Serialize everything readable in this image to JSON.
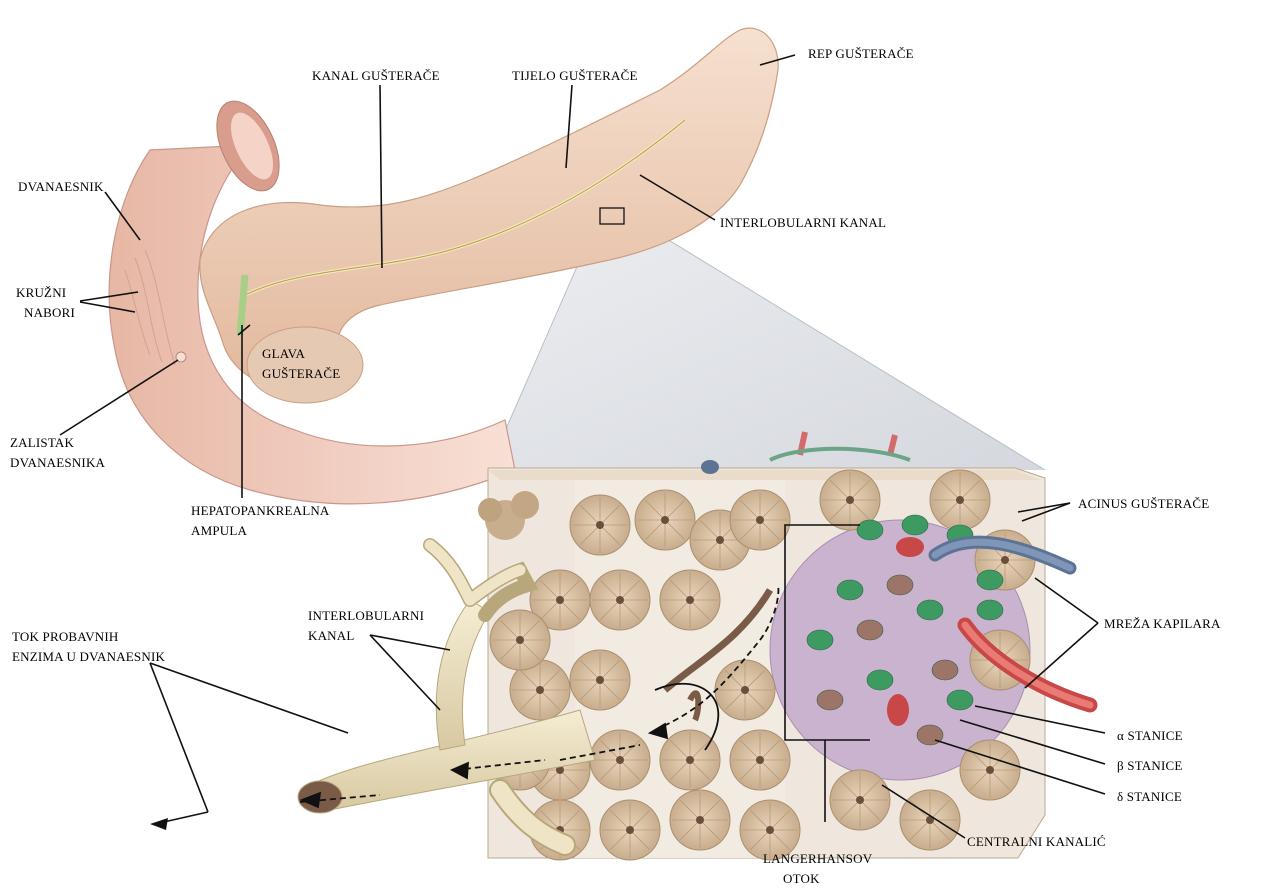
{
  "labels": {
    "rep": "REP GUŠTERAČE",
    "kanal": "KANAL GUŠTERAČE",
    "tijelo": "TIJELO GUŠTERAČE",
    "dvanaesnik": "DVANAESNIK",
    "interlob_top": "INTERLOBULARNI KANAL",
    "kruzni_1": "KRUŽNI",
    "kruzni_2": "NABORI",
    "glava_1": "GLAVA",
    "glava_2": "GUŠTERAČE",
    "zalistak_1": "ZALISTAK",
    "zalistak_2": "DVANAESNIKA",
    "hepato_1": "HEPATOPANKREALNA",
    "hepato_2": "AMPULA",
    "acinus": "ACINUS GUŠTERAČE",
    "interlob_low_1": "INTERLOBULARNI",
    "interlob_low_2": "KANAL",
    "tok_1": "TOK PROBAVNIH",
    "tok_2": "ENZIMA U DVANAESNIK",
    "mreza": "MREŽA KAPILARA",
    "alpha": "α  STANICE",
    "beta": "β  STANICE",
    "delta": "δ  STANICE",
    "centralni": "CENTRALNI KANALIĆ",
    "langer_1": "LANGERHANSOV",
    "langer_2": "OTOK"
  }
}
